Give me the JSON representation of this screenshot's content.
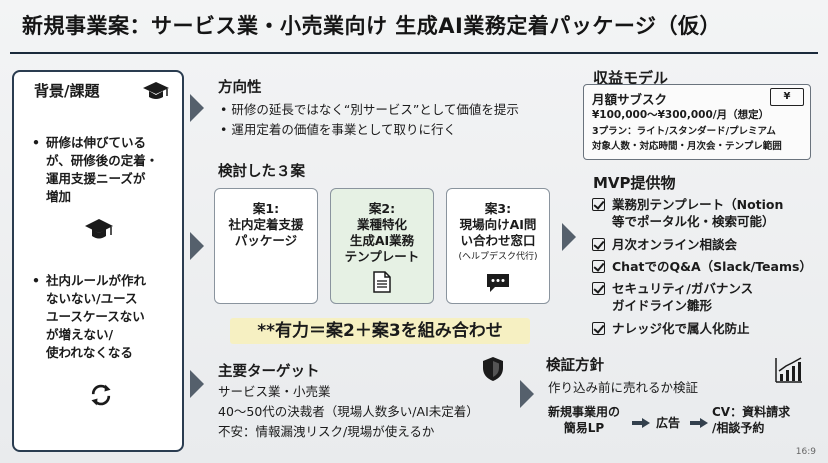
{
  "title": "新規事業案：サービス業・小売業向け 生成AI業務定着パッケージ（仮）",
  "background": {
    "heading": "背景/課題",
    "bullets": [
      "研修は伸びている\nが、研修後の定着・\n運用支援ニーズが\n増加",
      "社内ルールが作れ\nないない/ユース\nユースケースない\nが増えない/\n使われなくなる"
    ],
    "bullet_mark": "•"
  },
  "direction": {
    "heading": "方向性",
    "bullets": [
      "• 研修の延長ではなく“別サービス”として価値を提示",
      "• 運用定着の価値を事業として取りに行く"
    ]
  },
  "plans": {
    "heading": "検討した３案",
    "cases": [
      {
        "title": "案1:",
        "lines": [
          "社内定着支援",
          "パッケージ"
        ],
        "note": ""
      },
      {
        "title": "案2:",
        "lines": [
          "業種特化",
          "生成AI業務",
          "テンプレート"
        ],
        "note": ""
      },
      {
        "title": "案3:",
        "lines": [
          "現場向けAI問",
          "い合わせ窓口"
        ],
        "note": "(ヘルプデスク代行)"
      }
    ],
    "conclusion": "**有力＝案2＋案3を組み合わせ"
  },
  "revenue": {
    "heading": "収益モデル",
    "bill_symbol": "¥",
    "lines": [
      "月額サブスク",
      "¥100,000〜¥300,000/月（想定）",
      "3プラン：ライト/スタンダード/プレミアム",
      "対象人数・対応時間・月次会・テンプレ範囲"
    ]
  },
  "mvp": {
    "heading": "MVP提供物",
    "items": [
      "業務別テンプレート（Notion\n等でポータル化・検索可能）",
      "月次オンライン相談会",
      "ChatでのQ&A（Slack/Teams）",
      "セキュリティ/ガバナンス\nガイドライン雛形",
      "ナレッジ化で属人化防止"
    ]
  },
  "target": {
    "heading": "主要ターゲット",
    "lines": [
      "サービス業・小売業",
      "40〜50代の決裁者（現場人数多い/AI未定着）",
      "不安：情報漏洩リスク/現場が使えるか"
    ]
  },
  "validation": {
    "heading": "検証方針",
    "subtitle": "作り込み前に売れるか検証",
    "steps": [
      "新規事業用の\n簡易LP",
      "広告",
      "CV：資料請求\n/相談予約"
    ]
  },
  "aspect": "16:9",
  "colors": {
    "frame": "#2a3c50",
    "highlight": "#f6f0c2",
    "case_green": "#e6f1e4"
  }
}
